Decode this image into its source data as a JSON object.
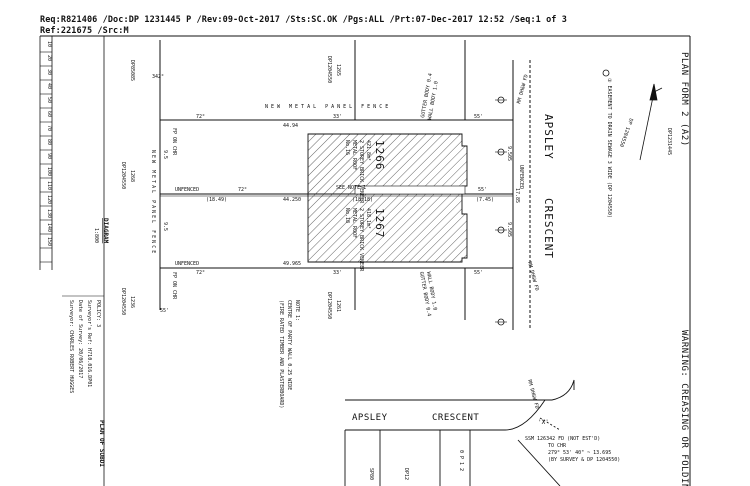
{
  "header": {
    "line1": "Req:R821406 /Doc:DP 1231445 P /Rev:09-Oct-2017 /Sts:SC.OK /Pgs:ALL /Prt:07-Dec-2017 12:52 /Seq:1 of 3",
    "line2": "Ref:221675 /Src:M"
  },
  "plan": {
    "form_title": "PLAN FORM 2 (A2)",
    "form_sub": "DP1231445",
    "warning": "WARNING: CREASING OR FOLDING",
    "scale_ticks": [
      "10",
      "20",
      "30",
      "40",
      "50",
      "60",
      "70",
      "80",
      "90",
      "100",
      "110",
      "120",
      "130",
      "140",
      "150"
    ],
    "street_top": "APSLEY",
    "street_right": "CRESCENT",
    "street_inset_left": "APSLEY",
    "street_inset_right": "CRESCENT",
    "fence_top": "NEW METAL PANEL FENCE",
    "fence_left": "NEW METAL PANEL FENCE",
    "unfenced_mid": "UNFENCED",
    "unfenced_bottom": "UNFENCED",
    "unfenced_right": "UNFENCED",
    "see_note": "SEE NOTE 1",
    "lot_1266_no": "1266",
    "lot_1266_area": "421.8m²",
    "lot_1266_desc": "2 STOREY BRICK VENEER",
    "lot_1266_roof": "METAL ROOF",
    "lot_1266_no2": "No.16",
    "lot_1267_no": "1267",
    "lot_1267_area": "418.1m²",
    "lot_1267_desc": "2 STOREY BRICK VENEER",
    "lot_1267_roof": "METAL ROOF",
    "lot_1267_no2": "No.18",
    "bearing_72_a": "72°",
    "bearing_72_b": "72°",
    "bearing_72_c": "72°",
    "bearing_33_a": "33'",
    "bearing_33_b": "33'",
    "bearing_55_a": "55'",
    "bearing_55_b": "55'",
    "bearing_55_c": "55'",
    "bearing_55_d": "55'",
    "bearing_342": "342°",
    "dist_4494": "44.94",
    "dist_44250": "44.250",
    "dist_49965": "49.965",
    "dist_1849": "(18.49)",
    "dist_1818": "(18.18)",
    "dist_745": "(7.45)",
    "dist_1785": "17.85",
    "dist_9505": "9.505",
    "dist_9505b": "9.505",
    "dist_95a": "9.5",
    "dist_95b": "9.5",
    "wall_top": "WALL BODY 1.0",
    "gutter_top": "GUTTER BODY 0.4",
    "wall_bottom": "WALL BODY 1.0",
    "gutter_bottom": "GUTTER BODY 0.4",
    "dp_top_left": "DP85085",
    "dp_top_mid_a": "1265",
    "dp_top_mid_b": "DP1204550",
    "dp_left_a": "1268",
    "dp_left_b": "DP1204550",
    "dp_bot_left_a": "1236",
    "dp_bot_left_b": "DP1204550",
    "dp_bot_mid_a": "1261",
    "dp_bot_mid_b": "DP1204550",
    "fp_ch_top": "FP ON CHR",
    "fp_ch_bottom": "FP ON CHR",
    "rm_top": "RM DH&W FD",
    "rm_bottom": "RM DH&W FD",
    "diagram": "DIAGRAM",
    "diagram_scale": "1:800",
    "note_title": "NOTE 1:",
    "note_line1": "CENTRE OF PARTY WALL 0.25 WIDE",
    "note_line2": "(FIRE RATED TIMBER AND PLASTERBOARD)",
    "easement_line": "① EASEMENT TO DRAIN SEWAGE 3 WIDE (DP 1204550)",
    "dp_arrow": "DP 1204550",
    "surveyor_line1": "Surveyor: CHARLES ROBERT HUGGES",
    "surveyor_line2": "Date of Survey: 20/06/2017",
    "surveyor_line3": "Surveyor's Ref: H710.016.DP01",
    "surveyor_line4": "POLICY: 3",
    "plan_of_sub": "PLAN OF SUBDI",
    "ssm": "SSM 126342 FD (NOT EST'D)",
    "to_chr": "TO CHR",
    "ssm_bearing": "279° 53' 40\" ~ 13.695",
    "ssm_by": "(BY SURVEY & DP 1204550)",
    "x_label": "'X'",
    "inset_lot": "0 P 1 2",
    "inset_dp": "DP12",
    "inset_sp": "SP80"
  }
}
